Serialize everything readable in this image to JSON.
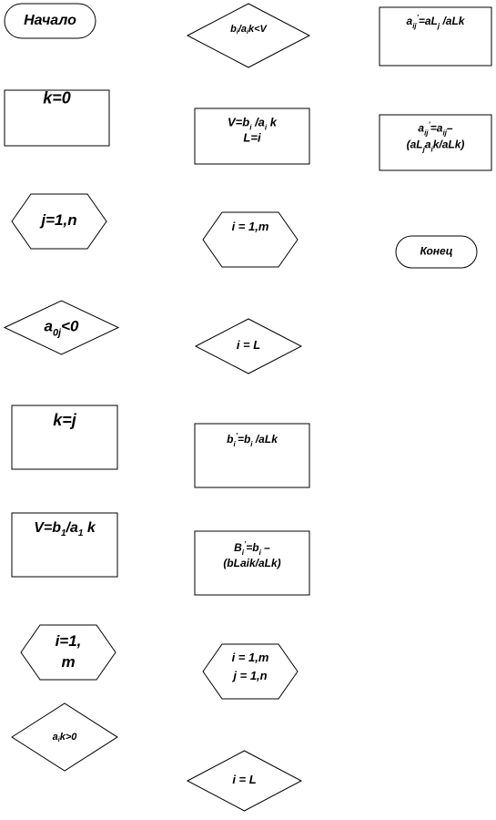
{
  "diagram": {
    "nodes": [
      {
        "id": "n1",
        "shape": "terminal",
        "lines": [
          [
            {
              "t": "Начало"
            }
          ]
        ]
      },
      {
        "id": "n2",
        "shape": "process",
        "lines": [
          [
            {
              "t": "k=0"
            }
          ]
        ]
      },
      {
        "id": "n3",
        "shape": "loop",
        "lines": [
          [
            {
              "t": "j=1,n"
            }
          ]
        ]
      },
      {
        "id": "n4",
        "shape": "decision",
        "lines": [
          [
            {
              "t": "a"
            },
            {
              "t": "0j",
              "sub": true
            },
            {
              "t": "<0"
            }
          ]
        ]
      },
      {
        "id": "n5",
        "shape": "process",
        "lines": [
          [
            {
              "t": "k=j"
            }
          ]
        ]
      },
      {
        "id": "n6",
        "shape": "process",
        "lines": [
          [
            {
              "t": "V=b"
            },
            {
              "t": "1",
              "sub": true
            },
            {
              "t": "/a"
            },
            {
              "t": "1",
              "sub": true
            },
            {
              "t": " k"
            }
          ]
        ]
      },
      {
        "id": "n7",
        "shape": "loop",
        "lines": [
          [
            {
              "t": "i=1,"
            }
          ],
          [
            {
              "t": "m"
            }
          ]
        ]
      },
      {
        "id": "n8",
        "shape": "decision",
        "lines": [
          [
            {
              "t": "a"
            },
            {
              "t": "i",
              "sub": true
            },
            {
              "t": "k>0"
            }
          ]
        ]
      },
      {
        "id": "n9",
        "shape": "decision",
        "lines": [
          [
            {
              "t": "b"
            },
            {
              "t": "i",
              "sub": true
            },
            {
              "t": "/a"
            },
            {
              "t": "i",
              "sub": true
            },
            {
              "t": "k<V"
            }
          ]
        ]
      },
      {
        "id": "n10",
        "shape": "process",
        "lines": [
          [
            {
              "t": "V=b"
            },
            {
              "t": "i",
              "sub": true
            },
            {
              "t": " /a"
            },
            {
              "t": "i",
              "sub": true
            },
            {
              "t": " k"
            }
          ],
          [
            {
              "t": "L=i"
            }
          ]
        ]
      },
      {
        "id": "n11",
        "shape": "loop",
        "lines": [
          [
            {
              "t": "i = 1,m"
            }
          ]
        ]
      },
      {
        "id": "n12",
        "shape": "decision",
        "lines": [
          [
            {
              "t": "i = L"
            }
          ]
        ]
      },
      {
        "id": "n13",
        "shape": "process",
        "lines": [
          [
            {
              "t": "b"
            },
            {
              "t": "i",
              "sub": true
            },
            {
              "t": "’",
              "sup": true
            },
            {
              "t": "=b"
            },
            {
              "t": "i",
              "sub": true
            },
            {
              "t": " /aLk"
            }
          ]
        ]
      },
      {
        "id": "n14",
        "shape": "process",
        "lines": [
          [
            {
              "t": "B"
            },
            {
              "t": "i",
              "sub": true
            },
            {
              "t": "’",
              "sup": true
            },
            {
              "t": "=b"
            },
            {
              "t": "i",
              "sub": true
            },
            {
              "t": " –"
            }
          ],
          [
            {
              "t": "(bLaik/aLk)"
            }
          ]
        ]
      },
      {
        "id": "n15",
        "shape": "loop",
        "lines": [
          [
            {
              "t": "i = 1,m"
            }
          ],
          [
            {
              "t": "j = 1,n"
            }
          ]
        ]
      },
      {
        "id": "n16",
        "shape": "decision",
        "lines": [
          [
            {
              "t": "i = L"
            }
          ]
        ]
      },
      {
        "id": "n17",
        "shape": "process",
        "lines": [
          [
            {
              "t": "a"
            },
            {
              "t": "ij",
              "sub": true
            },
            {
              "t": "’",
              "sup": true
            },
            {
              "t": "=aL"
            },
            {
              "t": "j",
              "sub": true
            },
            {
              "t": " /aLk"
            }
          ]
        ]
      },
      {
        "id": "n18",
        "shape": "process",
        "lines": [
          [
            {
              "t": "a"
            },
            {
              "t": "ij",
              "sub": true
            },
            {
              "t": "’",
              "sup": true
            },
            {
              "t": "=a"
            },
            {
              "t": "ij",
              "sub": true
            },
            {
              "t": "–"
            }
          ],
          [
            {
              "t": "(aL"
            },
            {
              "t": "j",
              "sub": true
            },
            {
              "t": "a"
            },
            {
              "t": "i",
              "sub": true
            },
            {
              "t": "k/aLk)"
            }
          ]
        ]
      },
      {
        "id": "n19",
        "shape": "terminal",
        "lines": [
          [
            {
              "t": "Конец"
            }
          ]
        ]
      }
    ]
  }
}
